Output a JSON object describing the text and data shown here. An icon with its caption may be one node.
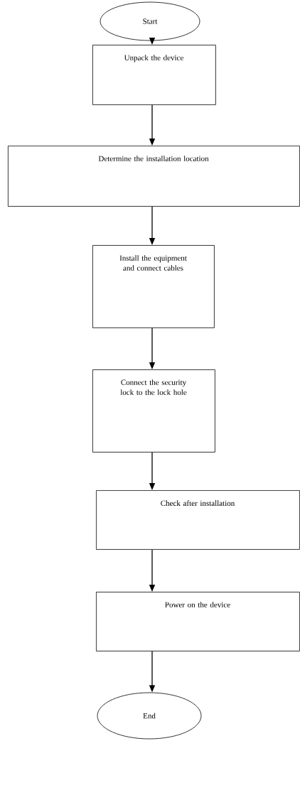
{
  "diagram": {
    "nodes": [
      {
        "text": [
          "Start"
        ]
      },
      {
        "text": [
          "Unpack the device"
        ]
      },
      {
        "text": [
          "Determine the installation location"
        ]
      },
      {
        "text": [
          "Install the equipment and connect cables"
        ]
      },
      {
        "text": [
          "Connect the security lock to the lock hole"
        ]
      },
      {
        "text": [
          "Check after installation"
        ]
      },
      {
        "text": [
          "Power on the device"
        ]
      },
      {
        "text": [
          "End"
        ]
      }
    ],
    "edges": [
      {
        "from": 0,
        "to": 1,
        "arrow": "to"
      },
      {
        "from": 1,
        "to": 2,
        "arrow": "to"
      },
      {
        "from": 2,
        "to": 3,
        "arrow": "to"
      },
      {
        "from": 3,
        "to": 4,
        "arrow": "to"
      },
      {
        "from": 4,
        "to": 5,
        "arrow": "to"
      },
      {
        "from": 5,
        "to": 6,
        "arrow": "to"
      },
      {
        "from": 6,
        "to": 7,
        "arrow": "to"
      }
    ]
  }
}
